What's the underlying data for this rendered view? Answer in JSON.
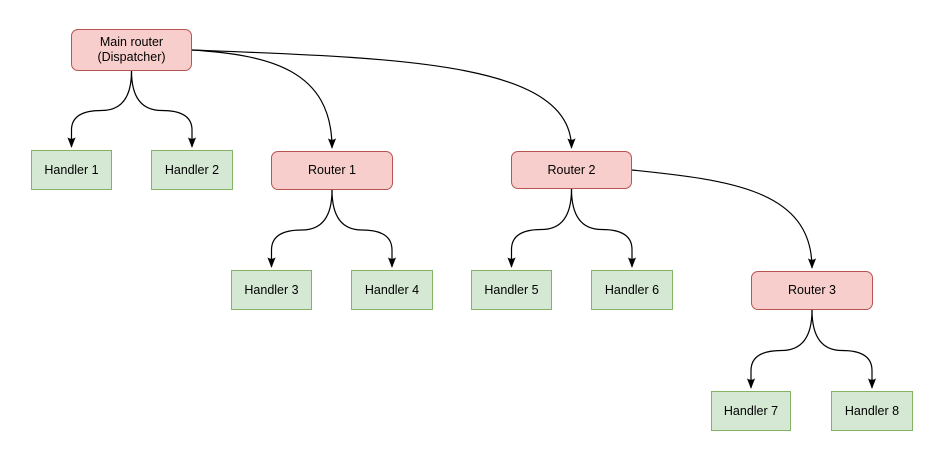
{
  "diagram": {
    "background": "#ffffff",
    "colors": {
      "router_fill": "#f8cecc",
      "router_border": "#b85450",
      "handler_fill": "#d5e8d4",
      "handler_border": "#82b366",
      "edge": "#000000",
      "text": "#000000"
    },
    "nodes": [
      {
        "id": "main-router",
        "label": "Main router\n(Dispatcher)",
        "type": "router"
      },
      {
        "id": "handler-1",
        "label": "Handler 1",
        "type": "handler"
      },
      {
        "id": "handler-2",
        "label": "Handler 2",
        "type": "handler"
      },
      {
        "id": "router-1",
        "label": "Router 1",
        "type": "router"
      },
      {
        "id": "handler-3",
        "label": "Handler 3",
        "type": "handler"
      },
      {
        "id": "handler-4",
        "label": "Handler 4",
        "type": "handler"
      },
      {
        "id": "router-2",
        "label": "Router 2",
        "type": "router"
      },
      {
        "id": "handler-5",
        "label": "Handler 5",
        "type": "handler"
      },
      {
        "id": "handler-6",
        "label": "Handler 6",
        "type": "handler"
      },
      {
        "id": "router-3",
        "label": "Router 3",
        "type": "router"
      },
      {
        "id": "handler-7",
        "label": "Handler 7",
        "type": "handler"
      },
      {
        "id": "handler-8",
        "label": "Handler 8",
        "type": "handler"
      }
    ],
    "edges": [
      {
        "from": "main-router",
        "to": "handler-1"
      },
      {
        "from": "main-router",
        "to": "handler-2"
      },
      {
        "from": "main-router",
        "to": "router-1"
      },
      {
        "from": "main-router",
        "to": "router-2"
      },
      {
        "from": "router-1",
        "to": "handler-3"
      },
      {
        "from": "router-1",
        "to": "handler-4"
      },
      {
        "from": "router-2",
        "to": "handler-5"
      },
      {
        "from": "router-2",
        "to": "handler-6"
      },
      {
        "from": "router-2",
        "to": "router-3"
      },
      {
        "from": "router-3",
        "to": "handler-7"
      },
      {
        "from": "router-3",
        "to": "handler-8"
      }
    ]
  }
}
